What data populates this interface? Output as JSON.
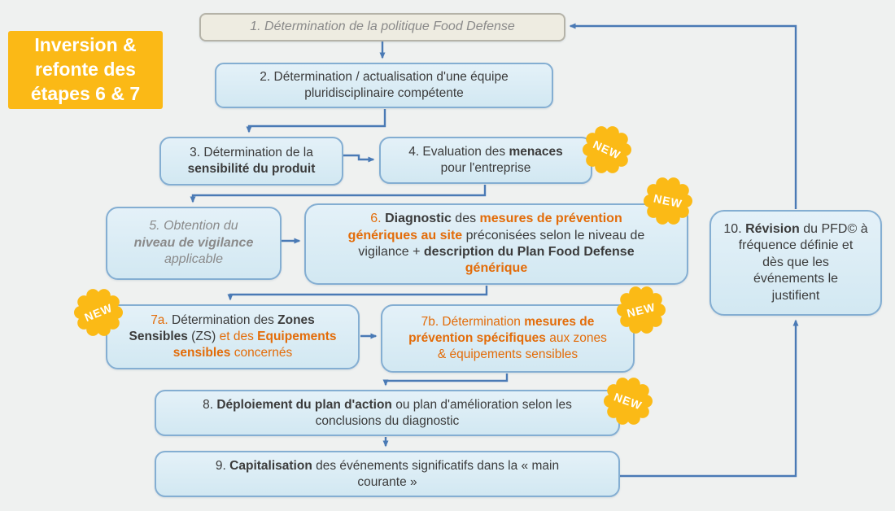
{
  "badge_label": "NEW",
  "colors": {
    "line_blue": "#4a7ab5",
    "accent_orange": "#e36c09",
    "dark_text": "#3b3b3b",
    "gray_text": "#8a8a8a",
    "badge_yellow": "#fbba16",
    "note_yellow": "#fbb916",
    "box_border": "#84aed2",
    "box1_fill": "#eeece1"
  },
  "note": {
    "text": "Inversion &\nrefonte des\nétapes 6 & 7"
  },
  "boxes": {
    "b1": {
      "segments": [
        {
          "t": "1. Détermination de la politique Food Defense",
          "s": "gray-i"
        }
      ]
    },
    "b2": {
      "segments": [
        {
          "t": "2. Détermination  / actualisation d'une équipe\npluridisciplinaire compétente",
          "s": "dark"
        }
      ]
    },
    "b3": {
      "segments": [
        {
          "t": "3. Détermination de la\n",
          "s": "dark"
        },
        {
          "t": "sensibilité du produit",
          "s": "dark-b"
        }
      ]
    },
    "b4": {
      "segments": [
        {
          "t": "4. Evaluation des ",
          "s": "dark"
        },
        {
          "t": "menaces",
          "s": "dark-b"
        },
        {
          "t": "\npour l'entreprise",
          "s": "dark"
        }
      ]
    },
    "b5": {
      "segments": [
        {
          "t": "5. Obtention du\n",
          "s": "gray-i"
        },
        {
          "t": "niveau de vigilance",
          "s": "gray-ib"
        },
        {
          "t": "\napplicable",
          "s": "gray-i"
        }
      ]
    },
    "b6": {
      "segments": [
        {
          "t": "6. ",
          "s": "orange"
        },
        {
          "t": "Diagnostic",
          "s": "dark-b"
        },
        {
          "t": " des ",
          "s": "dark"
        },
        {
          "t": "mesures de prévention\ngénériques au site",
          "s": "orange-b"
        },
        {
          "t": " préconisées selon le niveau de\nvigilance + ",
          "s": "dark"
        },
        {
          "t": "description du Plan Food Defense\n",
          "s": "dark-b"
        },
        {
          "t": "générique",
          "s": "orange-b"
        }
      ]
    },
    "b7a": {
      "segments": [
        {
          "t": "7a. ",
          "s": "orange"
        },
        {
          "t": "Détermination des ",
          "s": "dark"
        },
        {
          "t": "Zones\nSensibles",
          "s": "dark-b"
        },
        {
          "t": " (ZS) ",
          "s": "dark"
        },
        {
          "t": "et des ",
          "s": "orange"
        },
        {
          "t": "Equipements\nsensibles",
          "s": "orange-b"
        },
        {
          "t": " concernés",
          "s": "orange"
        }
      ]
    },
    "b7b": {
      "segments": [
        {
          "t": "7b. Détermination ",
          "s": "orange"
        },
        {
          "t": "mesures de\nprévention spécifiques",
          "s": "orange-b"
        },
        {
          "t": " aux zones\n& équipements sensibles",
          "s": "orange"
        }
      ]
    },
    "b8": {
      "segments": [
        {
          "t": "8. ",
          "s": "dark"
        },
        {
          "t": "Déploiement du plan d'action",
          "s": "dark-b"
        },
        {
          "t": " ou plan d'amélioration selon les\nconclusions du diagnostic",
          "s": "dark"
        }
      ]
    },
    "b9": {
      "segments": [
        {
          "t": "9. ",
          "s": "dark"
        },
        {
          "t": "Capitalisation",
          "s": "dark-b"
        },
        {
          "t": " des événements significatifs dans la « main\ncourante »",
          "s": "dark"
        }
      ]
    },
    "b10": {
      "segments": [
        {
          "t": "10. ",
          "s": "dark"
        },
        {
          "t": "Révision",
          "s": "dark-b"
        },
        {
          "t": " du PFD© à\nfréquence définie et\ndès que les\névénements le\njustifient",
          "s": "dark"
        }
      ]
    }
  }
}
